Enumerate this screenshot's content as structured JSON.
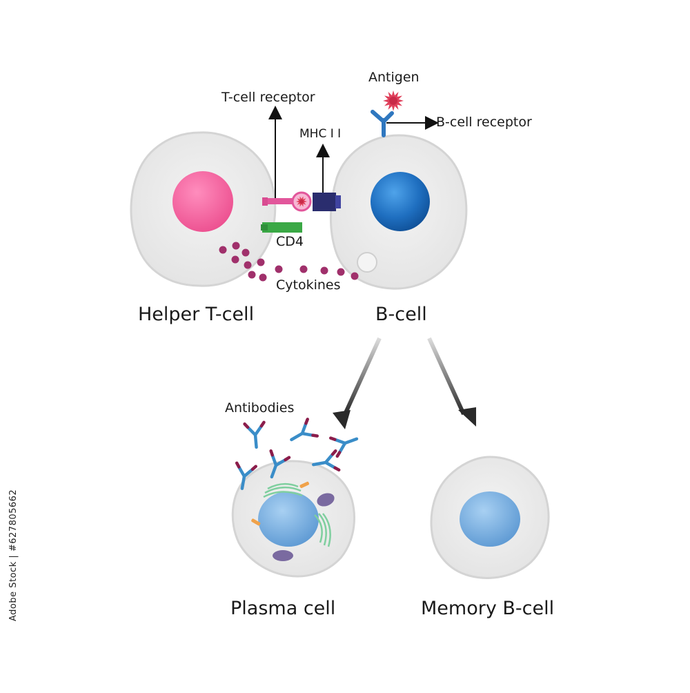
{
  "labels": {
    "t_cell_receptor": "T-cell receptor",
    "antigen": "Antigen",
    "b_cell_receptor": "B-cell receptor",
    "mhc_ii": "MHC I I",
    "cd4": "CD4",
    "cytokines": "Cytokines",
    "helper_t_cell": "Helper T-cell",
    "b_cell": "B-cell",
    "antibodies": "Antibodies",
    "plasma_cell": "Plasma cell",
    "memory_b_cell": "Memory B-cell"
  },
  "stock_id": "Adobe Stock | #627805662",
  "colors": {
    "cell_body": "#ececec",
    "cell_edge": "#d6d6d6",
    "t_nucleus": "#f0629a",
    "b_nucleus": "#1f6fc0",
    "memory_nucleus": "#7fb3e0",
    "plasma_nucleus": "#6aa3d8",
    "mhc": "#2a2d6e",
    "cd4": "#3aa845",
    "tcr": "#e2569b",
    "cytokine": "#a0306b",
    "antigen": "#e0415c",
    "antibody": "#3a8dc8",
    "antibody_tip": "#8b1d4b"
  }
}
